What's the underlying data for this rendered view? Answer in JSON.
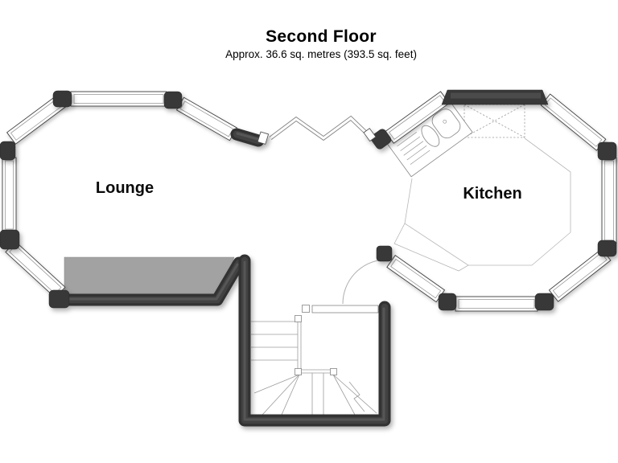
{
  "header": {
    "title": "Second Floor",
    "subtitle": "Approx. 36.6 sq. metres (393.5 sq. feet)"
  },
  "rooms": {
    "lounge": {
      "label": "Lounge"
    },
    "kitchen": {
      "label": "Kitchen"
    }
  },
  "colors": {
    "background": "#ffffff",
    "text": "#000000",
    "wall": "#383838",
    "window_fill": "#ffffff",
    "reduced_headroom_fill": "#a2a2a2",
    "interior_line": "#b8b8b8"
  }
}
